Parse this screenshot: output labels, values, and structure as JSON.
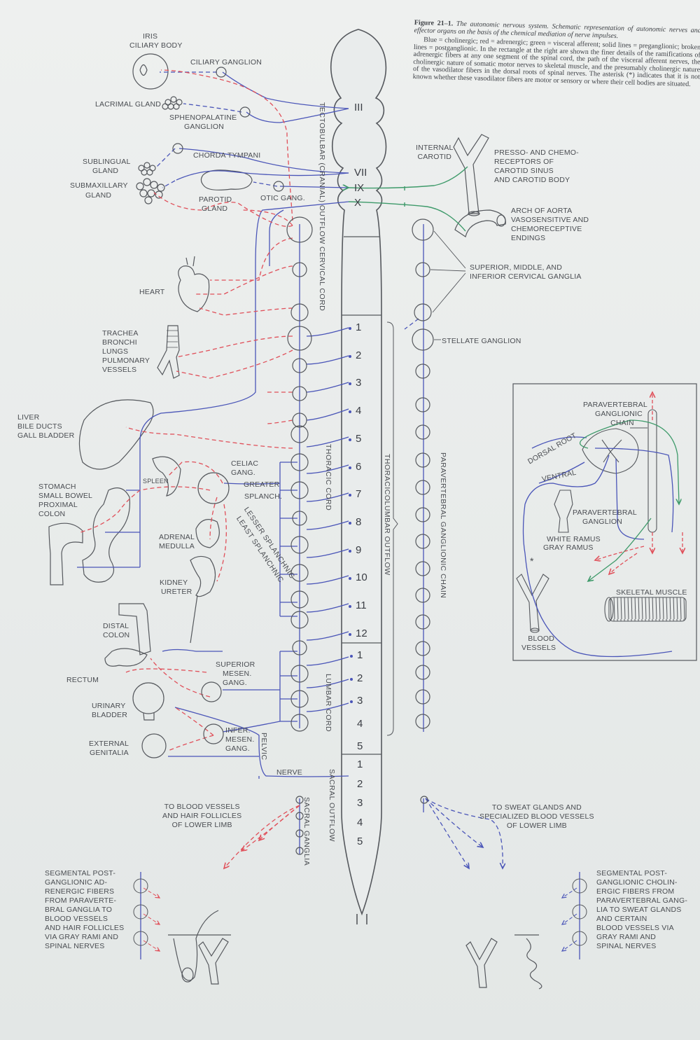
{
  "caption": {
    "figure_label": "Figure 21–1.",
    "title": "The autonomic nervous system. Schematic representation of autonomic nerves and effector organs on the basis of the chemical mediation of nerve impulses.",
    "body": "Blue = cholinergic; red = adrenergic; green = visceral afferent; solid lines = preganglionic; broken lines = postganglionic. In the rectangle at the right are shown the finer details of the ramifications of adrenergic fibers at any one segment of the spinal cord, the path of the visceral afferent nerves, the cholinergic nature of somatic motor nerves to skeletal muscle, and the presumably cholinergic nature of the vasodilator fibers in the dorsal roots of spinal nerves. The asterisk (*) indicates that it is not known whether these vasodilator fibers are motor or sensory or where their cell bodies are situated."
  },
  "colors": {
    "cholinergic": "#4a55b8",
    "adrenergic": "#e0505a",
    "visceral_afferent": "#3e9a6a",
    "outline": "#55585d"
  },
  "left_labels": {
    "iris": "IRIS",
    "ciliary_body": "CILIARY BODY",
    "ciliary_ganglion": "CILIARY GANGLION",
    "lacrimal_gland": "LACRIMAL GLAND",
    "sphenopalatine": "SPHENOPALATINE",
    "ganglion": "GANGLION",
    "chorda_tympani": "CHORDA TYMPANI",
    "sublingual": "SUBLINGUAL",
    "gland": "GLAND",
    "submaxillary": "SUBMAXILLARY",
    "parotid": "PAROTID",
    "otic_gang": "OTIC GANG.",
    "heart": "HEART",
    "trachea_lines": [
      "TRACHEA",
      "BRONCHI",
      "LUNGS",
      "PULMONARY",
      "VESSELS"
    ],
    "liver_lines": [
      "LIVER",
      "BILE DUCTS",
      "GALL BLADDER"
    ],
    "stomach_lines": [
      "STOMACH",
      "SMALL BOWEL",
      "PROXIMAL",
      "COLON"
    ],
    "spleen": "SPLEEN",
    "celiac": "CELIAC",
    "gang": "GANG.",
    "greater": "GREATER",
    "splanch": "SPLANCH.",
    "lesser_splanchnic": "LESSER SPLANCHNIC",
    "least_splanchnic": "LEAST SPLANCHNIC",
    "adrenal": "ADRENAL",
    "medulla": "MEDULLA",
    "kidney": "KIDNEY",
    "ureter": "URETER",
    "distal": "DISTAL",
    "colon": "COLON",
    "superior": "SUPERIOR",
    "mesen": "MESEN.",
    "rectum": "RECTUM",
    "urinary": "URINARY",
    "bladder": "BLADDER",
    "infer": "INFER.",
    "external": "EXTERNAL",
    "genitalia": "GENITALIA",
    "pelvic": "PELVIC",
    "nerve": "NERVE",
    "lower_limb_left": [
      "TO BLOOD VESSELS",
      "AND HAIR FOLLICLES",
      "OF LOWER LIMB"
    ],
    "segmental_left": [
      "SEGMENTAL POST-",
      "GANGLIONIC AD-",
      "RENERGIC FIBERS",
      "FROM PARAVERTE-",
      "BRAL GANGLIA TO",
      "BLOOD VESSELS",
      "AND HAIR FOLLICLES",
      "VIA GRAY RAMI AND",
      "SPINAL NERVES"
    ]
  },
  "cord_labels": {
    "tectobulbar": "TECTOBULBAR (CRANIAL) OUTFLOW",
    "cervical": "CERVICAL CORD",
    "thoracic": "THORACIC CORD",
    "lumbar": "LUMBAR CORD",
    "sacral_outflow": "SACRAL OUTFLOW",
    "sacral_ganglia": "SACRAL GANGLIA",
    "thoracolumbar": "THORACICOLUMBAR OUTFLOW",
    "paravertebral_chain": "PARAVERTEBRAL GANGLIONIC CHAIN"
  },
  "segments": {
    "cranial": [
      "III",
      "VII",
      "IX",
      "X"
    ],
    "thoracic": [
      "1",
      "2",
      "3",
      "4",
      "5",
      "6",
      "7",
      "8",
      "9",
      "10",
      "11",
      "12"
    ],
    "lumbar": [
      "1",
      "2",
      "3",
      "4",
      "5"
    ],
    "sacral": [
      "1",
      "2",
      "3",
      "4",
      "5"
    ]
  },
  "right_labels": {
    "internal_carotid": [
      "INTERNAL",
      "CAROTID"
    ],
    "presso": [
      "PRESSO- AND CHEMO-",
      "RECEPTORS OF",
      "CAROTID SINUS",
      "AND CAROTID BODY"
    ],
    "arch": [
      "ARCH OF AORTA",
      "VASOSENSITIVE AND",
      "CHEMORECEPTIVE",
      "ENDINGS"
    ],
    "cervical_ganglia": [
      "SUPERIOR, MIDDLE, AND",
      "INFERIOR CERVICAL GANGLIA"
    ],
    "stellate": "STELLATE GANGLION",
    "sweat": [
      "TO SWEAT GLANDS AND",
      "SPECIALIZED BLOOD VESSELS",
      "OF LOWER LIMB"
    ],
    "segmental_right": [
      "SEGMENTAL POST-",
      "GANGLIONIC CHOLIN-",
      "ERGIC FIBERS FROM",
      "PARAVERTEBRAL GANG-",
      "LIA TO SWEAT GLANDS",
      "AND CERTAIN",
      "BLOOD VESSELS VIA",
      "GRAY RAMI AND",
      "SPINAL NERVES"
    ]
  },
  "inset": {
    "paravertebral_chain": [
      "PARAVERTEBRAL",
      "GANGLIONIC",
      "CHAIN"
    ],
    "dorsal_root": "DORSAL ROOT",
    "ventral": "VENTRAL",
    "paravertebral_ganglion": [
      "PARAVERTEBRAL",
      "GANGLION"
    ],
    "white_ramus": "WHITE RAMUS",
    "gray_ramus": "GRAY RAMUS",
    "skeletal_muscle": "SKELETAL MUSCLE",
    "blood_vessels": [
      "BLOOD",
      "VESSELS"
    ],
    "asterisk": "*"
  }
}
